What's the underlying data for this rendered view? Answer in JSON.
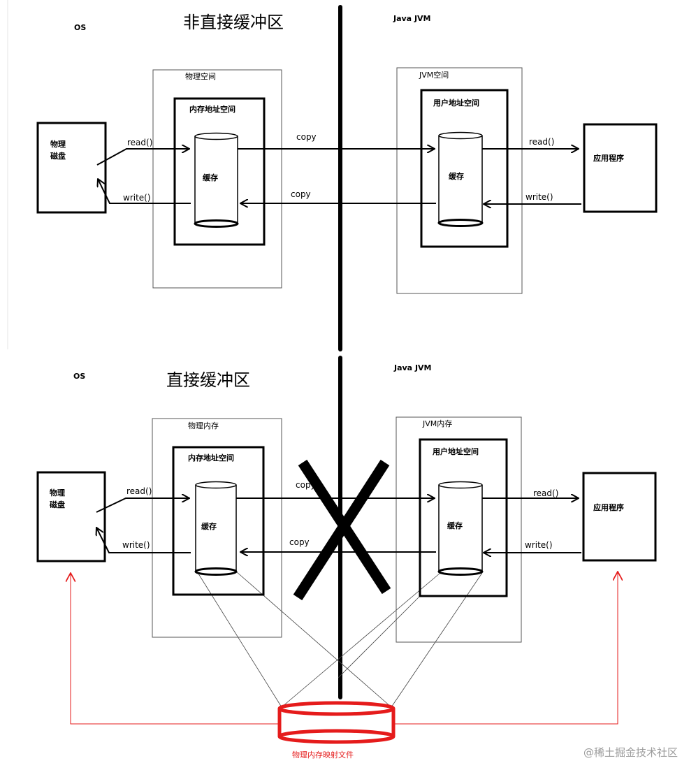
{
  "top": {
    "os_label": "OS",
    "title": "非直接缓冲区",
    "jvm_label": "Java JVM",
    "os_space_label": "物理空间",
    "os_addr_label": "内存地址空间",
    "os_cache_label": "缓存",
    "jvm_space_label": "JVM空间",
    "jvm_addr_label": "用户地址空间",
    "jvm_cache_label": "缓存",
    "disk_label_1": "物理",
    "disk_label_2": "磁盘",
    "app_label": "应用程序",
    "read_left": "read()",
    "write_left": "write()",
    "copy_top": "copy",
    "copy_bottom": "copy",
    "read_right": "read()",
    "write_right": "write()"
  },
  "bottom": {
    "os_label": "OS",
    "title": "直接缓冲区",
    "jvm_label": "Java JVM",
    "os_space_label": "物理内存",
    "os_addr_label": "内存地址空间",
    "os_cache_label": "缓存",
    "jvm_space_label": "JVM内存",
    "jvm_addr_label": "用户地址空间",
    "jvm_cache_label": "缓存",
    "disk_label_1": "物理",
    "disk_label_2": "磁盘",
    "app_label": "应用程序",
    "read_left": "read()",
    "write_left": "write()",
    "copy_top": "copy",
    "copy_bottom": "copy",
    "read_right": "read()",
    "write_right": "write()",
    "mapped_file_label": "物理内存映射文件"
  },
  "watermark": "@稀土掘金技术社区",
  "colors": {
    "line": "#000000",
    "mapped": "#e51b1b",
    "thin": "#555555"
  }
}
